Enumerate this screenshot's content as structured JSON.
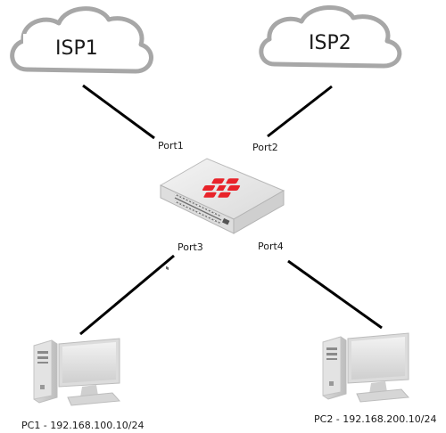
{
  "isp1": {
    "label": "ISP1"
  },
  "isp2": {
    "label": "ISP2"
  },
  "ports": {
    "port1": "Port1",
    "port2": "Port2",
    "port3": "Port3",
    "port4": "Port4"
  },
  "pc1": {
    "label": "PC1 - 192.168.100.10/24"
  },
  "pc2": {
    "label": "PC2 - 192.168.200.10/24"
  },
  "colors": {
    "logo_red": "#e8232a",
    "cloud_outline": "#a7a7a7",
    "device_body": "#e6e6e6",
    "line": "#000000"
  }
}
